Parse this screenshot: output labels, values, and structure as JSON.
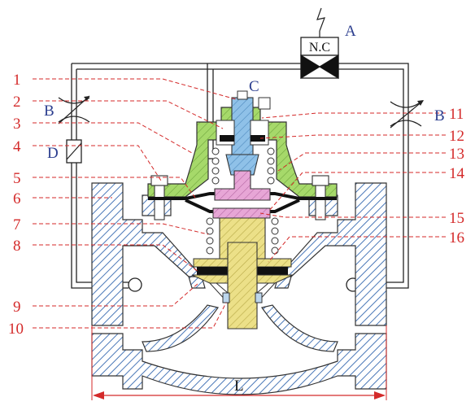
{
  "labels": {
    "A": "A",
    "B_left": "B",
    "B_right": "B",
    "C": "C",
    "D": "D",
    "L": "L",
    "NC": "N.C"
  },
  "callouts_left": [
    "1",
    "2",
    "3",
    "4",
    "5",
    "6",
    "7",
    "8",
    "9",
    "10"
  ],
  "callouts_right": [
    "11",
    "12",
    "13",
    "14",
    "15",
    "16"
  ],
  "colors": {
    "callout": "#d42a2a",
    "letter": "#2c3e8f",
    "body_hatch": "#4a78b8",
    "bonnet": "#a6d96a",
    "stem": "#8fc1e8",
    "yellow_part": "#ece088",
    "pink_part": "#e7a6d6",
    "gasket": "#111111"
  }
}
